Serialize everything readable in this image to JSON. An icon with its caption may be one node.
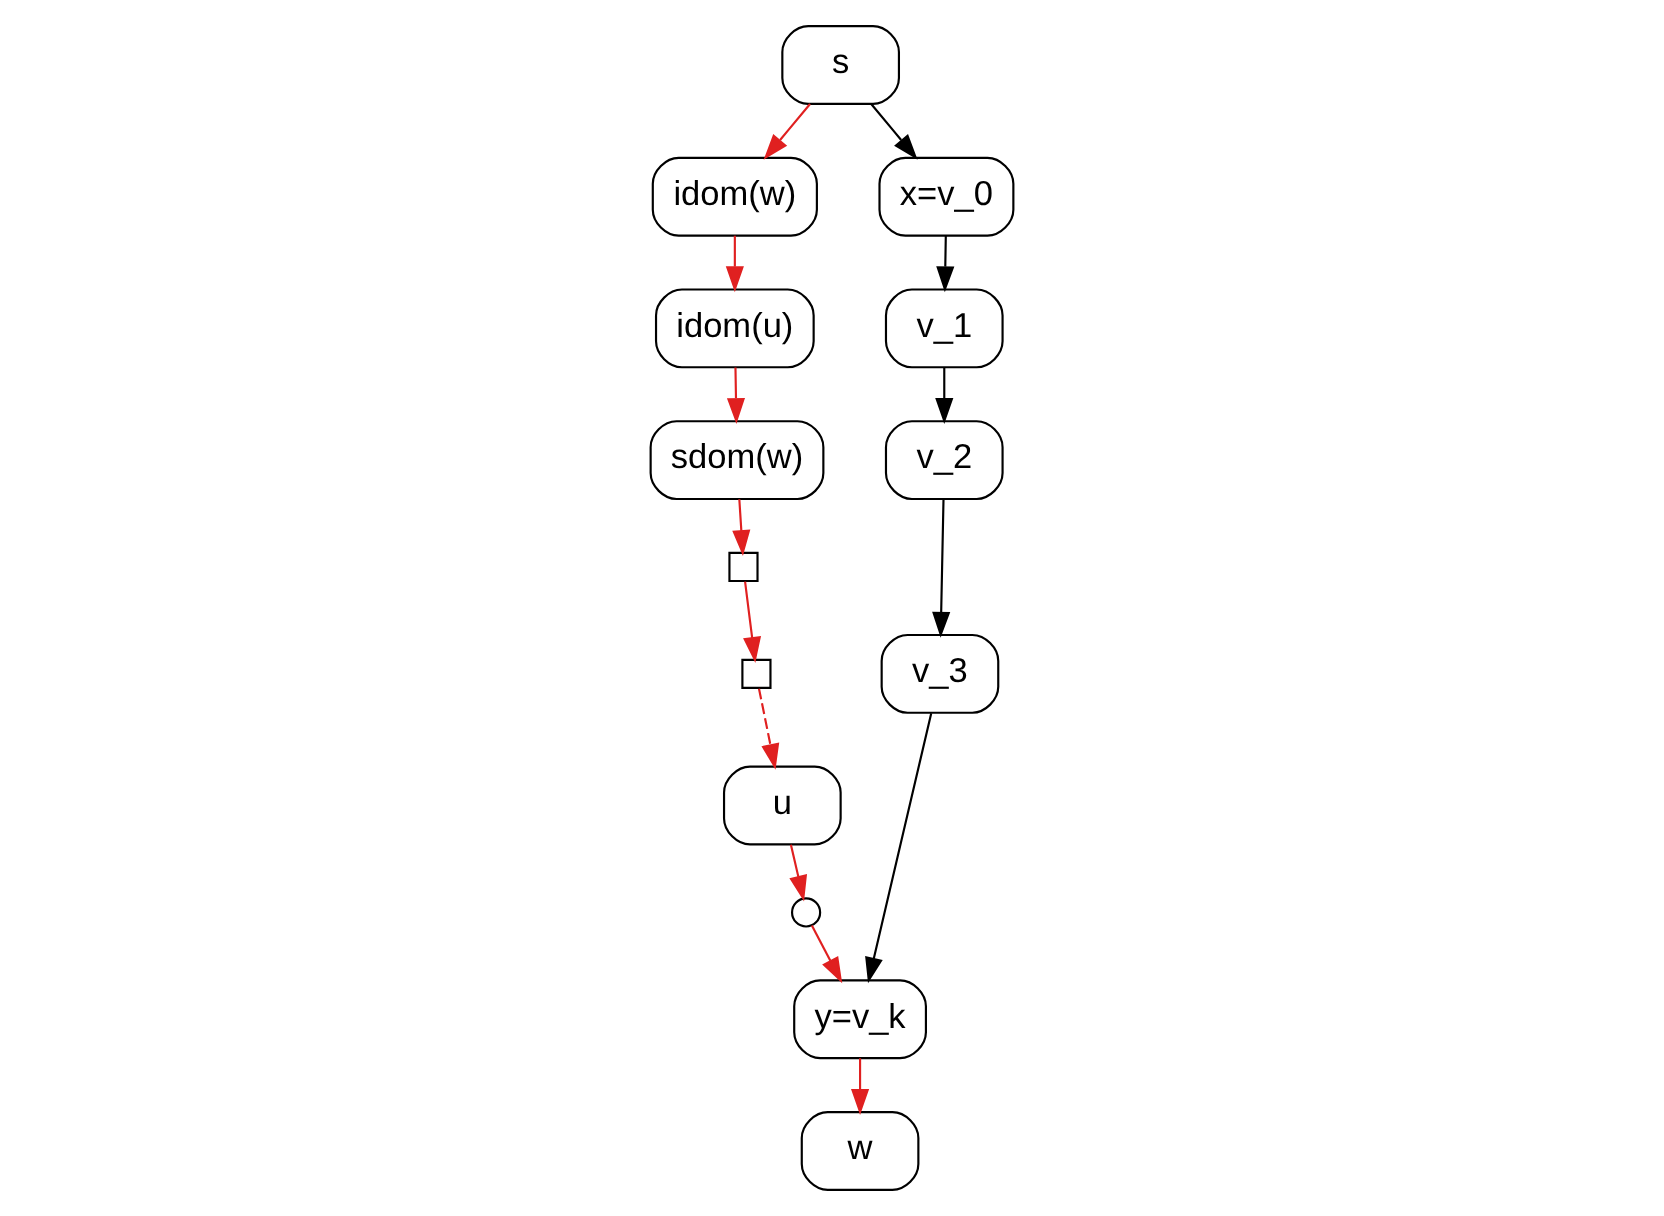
{
  "diagram": {
    "nodes": [
      {
        "text": [
          "s"
        ]
      },
      {
        "text": [
          "idom(w)"
        ]
      },
      {
        "text": [
          "idom(u)"
        ]
      },
      {
        "text": [
          "sdom(w)"
        ]
      },
      {
        "text": [],
        "shape": "box"
      },
      {
        "text": [],
        "shape": "box"
      },
      {
        "text": [
          "u"
        ]
      },
      {
        "text": [],
        "shape": "circle"
      },
      {
        "text": [
          "y=v_k"
        ]
      },
      {
        "text": [
          "w"
        ]
      },
      {
        "text": [
          "x=v_0"
        ]
      },
      {
        "text": [
          "v_1"
        ]
      },
      {
        "text": [
          "v_2"
        ]
      },
      {
        "text": [
          "v_3"
        ]
      }
    ],
    "edges": [
      {
        "from": 0,
        "to": 1,
        "arrow": "to",
        "color": "#e02020"
      },
      {
        "from": 1,
        "to": 2,
        "arrow": "to",
        "color": "#e02020"
      },
      {
        "from": 2,
        "to": 3,
        "arrow": "to",
        "color": "#e02020"
      },
      {
        "from": 3,
        "to": 4,
        "arrow": "to",
        "color": "#e02020"
      },
      {
        "from": 4,
        "to": 5,
        "arrow": "to",
        "color": "#e02020"
      },
      {
        "from": 5,
        "to": 6,
        "arrow": "to",
        "style": "dashed",
        "color": "#e02020"
      },
      {
        "from": 6,
        "to": 7,
        "arrow": "to",
        "color": "#e02020"
      },
      {
        "from": 7,
        "to": 8,
        "arrow": "to",
        "color": "#e02020"
      },
      {
        "from": 8,
        "to": 9,
        "arrow": "to",
        "color": "#e02020"
      },
      {
        "from": 0,
        "to": 10,
        "arrow": "to",
        "color": "#000000"
      },
      {
        "from": 10,
        "to": 11,
        "arrow": "to",
        "color": "#000000"
      },
      {
        "from": 11,
        "to": 12,
        "arrow": "to",
        "color": "#000000"
      },
      {
        "from": 12,
        "to": 13,
        "arrow": "to",
        "color": "#000000"
      },
      {
        "from": 13,
        "to": 8,
        "arrow": "to",
        "color": "#000000"
      }
    ]
  }
}
